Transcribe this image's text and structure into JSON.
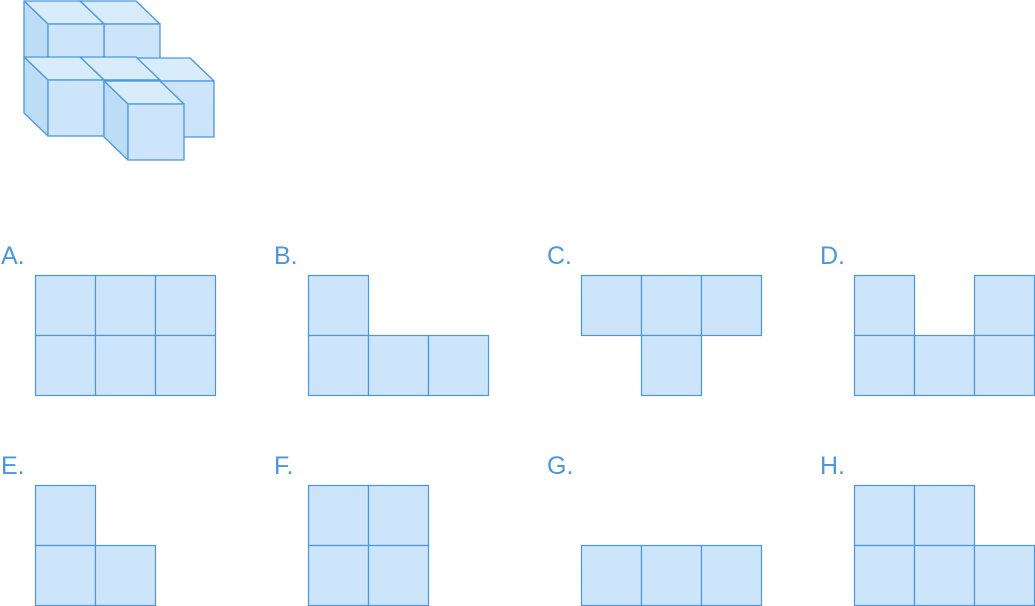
{
  "colors": {
    "fill": "#cce5fb",
    "top": "#d9ecfc",
    "side": "#bddcf5",
    "stroke": "#4a97dd",
    "label": "#4a97dd"
  },
  "figure": {
    "name": "isometric-cube-stack",
    "cubes": [
      {
        "col": 0,
        "row": 0,
        "depth": 1
      },
      {
        "col": 1,
        "row": 0,
        "depth": 1
      },
      {
        "col": 0,
        "row": 1,
        "depth": 1
      },
      {
        "col": 1,
        "row": 1,
        "depth": 1
      },
      {
        "col": 2,
        "row": 0,
        "depth": 1
      },
      {
        "col": 2,
        "row": 0,
        "depth": 0
      },
      {
        "col": 0,
        "row": 0,
        "depth": 0
      },
      {
        "col": 1,
        "row": 0,
        "depth": 0
      },
      {
        "col": 1,
        "row": -1,
        "depth": 0
      }
    ]
  },
  "options": [
    {
      "label": "A.",
      "cells": [
        [
          0,
          0
        ],
        [
          1,
          0
        ],
        [
          2,
          0
        ],
        [
          0,
          1
        ],
        [
          1,
          1
        ],
        [
          2,
          1
        ]
      ]
    },
    {
      "label": "B.",
      "cells": [
        [
          0,
          0
        ],
        [
          0,
          1
        ],
        [
          1,
          1
        ],
        [
          2,
          1
        ]
      ]
    },
    {
      "label": "C.",
      "cells": [
        [
          0,
          0
        ],
        [
          1,
          0
        ],
        [
          2,
          0
        ],
        [
          1,
          1
        ]
      ]
    },
    {
      "label": "D.",
      "cells": [
        [
          0,
          0
        ],
        [
          2,
          0
        ],
        [
          0,
          1
        ],
        [
          1,
          1
        ],
        [
          2,
          1
        ]
      ]
    },
    {
      "label": "E.",
      "cells": [
        [
          0,
          0
        ],
        [
          0,
          1
        ],
        [
          1,
          1
        ]
      ]
    },
    {
      "label": "F.",
      "cells": [
        [
          0,
          0
        ],
        [
          1,
          0
        ],
        [
          0,
          1
        ],
        [
          1,
          1
        ]
      ]
    },
    {
      "label": "G.",
      "cells": [
        [
          0,
          1
        ],
        [
          1,
          1
        ],
        [
          2,
          1
        ]
      ]
    },
    {
      "label": "H.",
      "cells": [
        [
          0,
          0
        ],
        [
          1,
          0
        ],
        [
          0,
          1
        ],
        [
          1,
          1
        ],
        [
          2,
          1
        ]
      ]
    }
  ]
}
